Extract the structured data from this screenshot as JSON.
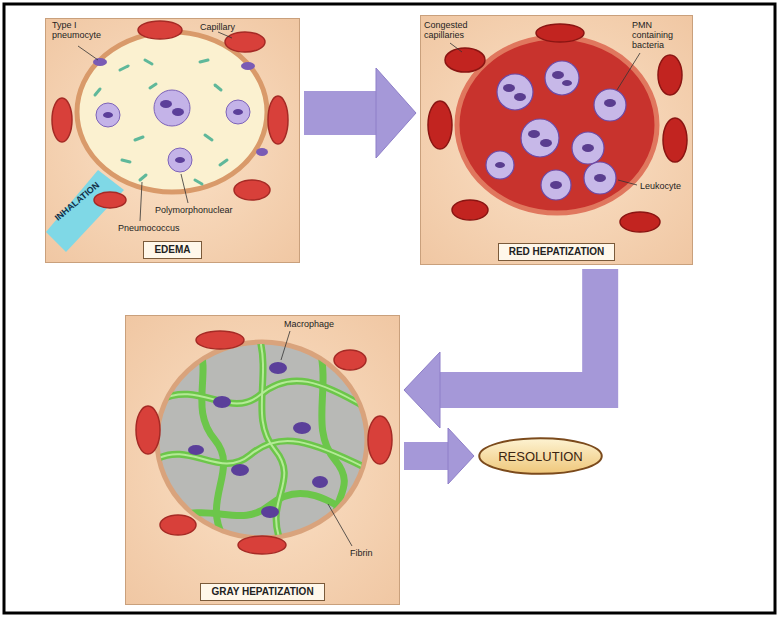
{
  "diagram": {
    "nodes": [
      {
        "text": [
          "EDEMA"
        ]
      },
      {
        "text": [
          "RED HEPATIZATION"
        ]
      },
      {
        "text": [
          "GRAY HEPATIZATION"
        ]
      },
      {
        "text": [
          "RESOLUTION"
        ]
      }
    ],
    "edges": [
      {
        "from": 0,
        "to": 1,
        "arrow": "to"
      },
      {
        "from": 1,
        "to": 2,
        "arrow": "to"
      },
      {
        "from": 2,
        "to": 3,
        "arrow": "to"
      }
    ],
    "labels": [
      "Type I pneumocyte",
      "Capillary",
      "INHALATION",
      "Polymorphonuclear",
      "Pneumococcus",
      "Congested capillaries",
      "PMN containing bacteria",
      "Leukocyte",
      "Macrophage",
      "Fibrin"
    ]
  }
}
